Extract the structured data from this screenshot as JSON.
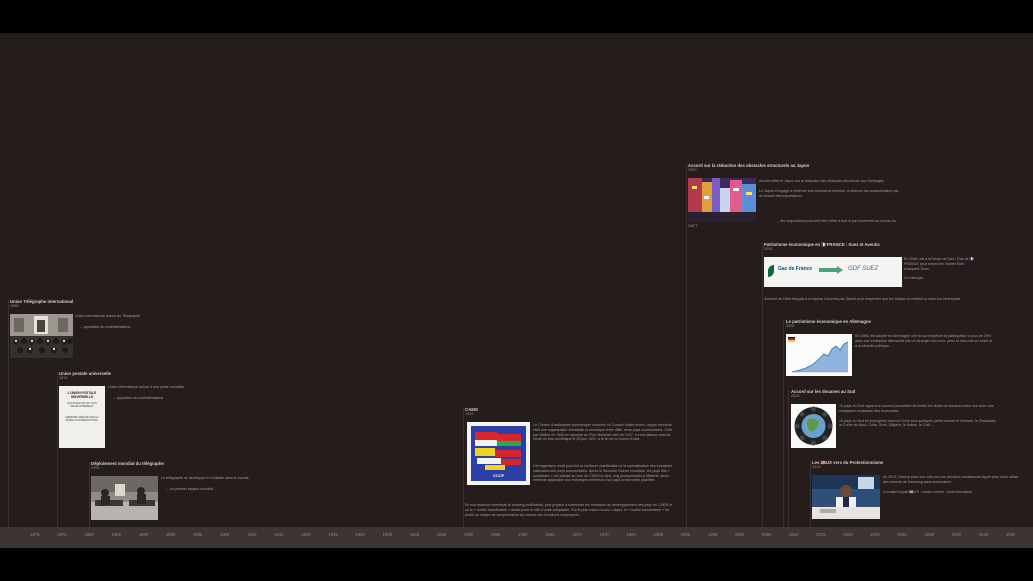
{
  "axis": {
    "ticks": [
      "1875",
      "1870",
      "1880",
      "1885",
      "1890",
      "1895",
      "1900",
      "1905",
      "1910",
      "1915",
      "1920",
      "1925",
      "1930",
      "1935",
      "1940",
      "1945",
      "1950",
      "1955",
      "1960",
      "1965",
      "1970",
      "1975",
      "1980",
      "1985",
      "1990",
      "1995",
      "2000",
      "2005",
      "2010",
      "2015",
      "2020",
      "2025",
      "2030",
      "2035",
      "2040",
      "2045",
      "2050"
    ]
  },
  "colors": {
    "background": "#241d1b",
    "axis": "#3c3532",
    "letterbox": "#000000"
  },
  "events": {
    "telegraph": {
      "title": "Union Télégraphe international",
      "year": "1865",
      "line1": "Union international autour du Télégraphe",
      "line2": "→ apparition du multilatéralisme"
    },
    "postal": {
      "title": "Union postale universelle",
      "year": "1874",
      "line1": "Union international autour d'une poste mondiale",
      "line2": "→ apparition du multilatéralisme",
      "doc_title": "L'UNION POSTALE UNIVERSELLE",
      "doc_sub": "SA FONDATION ET SON DÉVELOPPEMENT",
      "doc_body": "MÉMOIRE RÉDIGÉ PAR LE BUREAU INTERNATIONAL"
    },
    "deploy": {
      "title": "Déploiement mondial du télégraphe",
      "year": "1900",
      "line1": "Le télégraphe se développe et s'installe dans le monde.",
      "line2": "→ un premier espace mondial"
    },
    "caem": {
      "title": "CAEM",
      "year": "1949",
      "p1": "Le Conseil d'assistance économique mutuelle ou Conseil d'aide écono- mique mutuelle était une organisation d'entraide économique entre diffé- rents pays communistes. Créé par Staline en 1949 en réponse au Plan Marshall créé en 1947, il s'est dissous avec la chute du bloc soviétique le 28 juin 1991, à la fin de la Guerre froide.",
      "p2": "Cet organisme avait pour but la meilleure planification et la spécialisation des industries nationales des pays communistes. Après la Seconde Guerre mondiale, les pays dits « socialistes » ont adopté au sein du CAEM le clea- ring (compensation) bilatéral, seule méthode applicable aux échanges extérieurs d'un pays à économie planifiée.",
      "p3": "En son essence interdisait le clearing multilatéral, plus propice à surmonter les obstacles au développement des pays du CAEM et où le « rouble transférable » devait jouer le rôle d'unité comptable. Sur le plan macro-écono- mique, le « rouble transférable » fut plutôt un moyen de compensation du volume des livraisons réciproques.",
      "stamp": "CCCP"
    },
    "japan": {
      "title": "Accord sur la réduction des obstacles structurels au Japon",
      "year": "1990",
      "p1": "Accord entre le Japon sur la réduction des obstacles structurels aux échanges.",
      "p2": "Le Japon s'engage à réformer son commerce intérieur, à relancer sa consommation par un besoin des importations.",
      "p3": "→ les négociations peuvent être d'être à tout et par forcément au niveau du GATT."
    },
    "gdf": {
      "title": "Patriotisme économique en 🇫🇷FRANCE : Suez et Aventis",
      "year": "2006",
      "p1": "En 2006, est a la fusion de Gaz / Gaz de 🇫🇷FRANCE pour empecher l'italien Enel d'acquérir Suez.",
      "p2": "Un exemple :",
      "p3": "Soutient de l'état français à la reprise d'Aventis par Sanofi pour empêcher que les Suisse ne mettent la main sur l'entreprise.",
      "logo1": "Gaz de France",
      "logo2": "GDF SUEZ"
    },
    "germany": {
      "title": "Le patriotisme économique en Allemagne",
      "year": "2008",
      "p1": "En 2008, est adopté en Allemagne une loi qui empêche la participation a plus de 25% dans une entreprise allemande par un étranger non euro- péen si cela met la l'ordre et à la sécurité publique."
    },
    "south": {
      "title": "Accord sur les douanes au Sud",
      "year": "2009",
      "p1": "10 pays du Sud signent un accord prométtant de limiter les droits de douanes entre eux avec une intégration croissante des économies.",
      "p2": "10 pays du Sud bn émergents avec la Chine plus quelques petits comme le Vietnam, le Zimbabwe, la Corée du Nord, Cuba, l'Iran, l'Algérie, le Maroc, le Chili, ..."
    },
    "usa": {
      "title": "Les 🇺🇸US vers du Protectionnisme",
      "year": "2013",
      "p1": "en 2013, Obama pose son veto sur une décision condamnant Apple pour avoir utilisé des brevets de Samsung sans autorisation.",
      "p2": "Il soutient Apple 🇺🇸US : contre coréen : protectionnisme"
    }
  }
}
